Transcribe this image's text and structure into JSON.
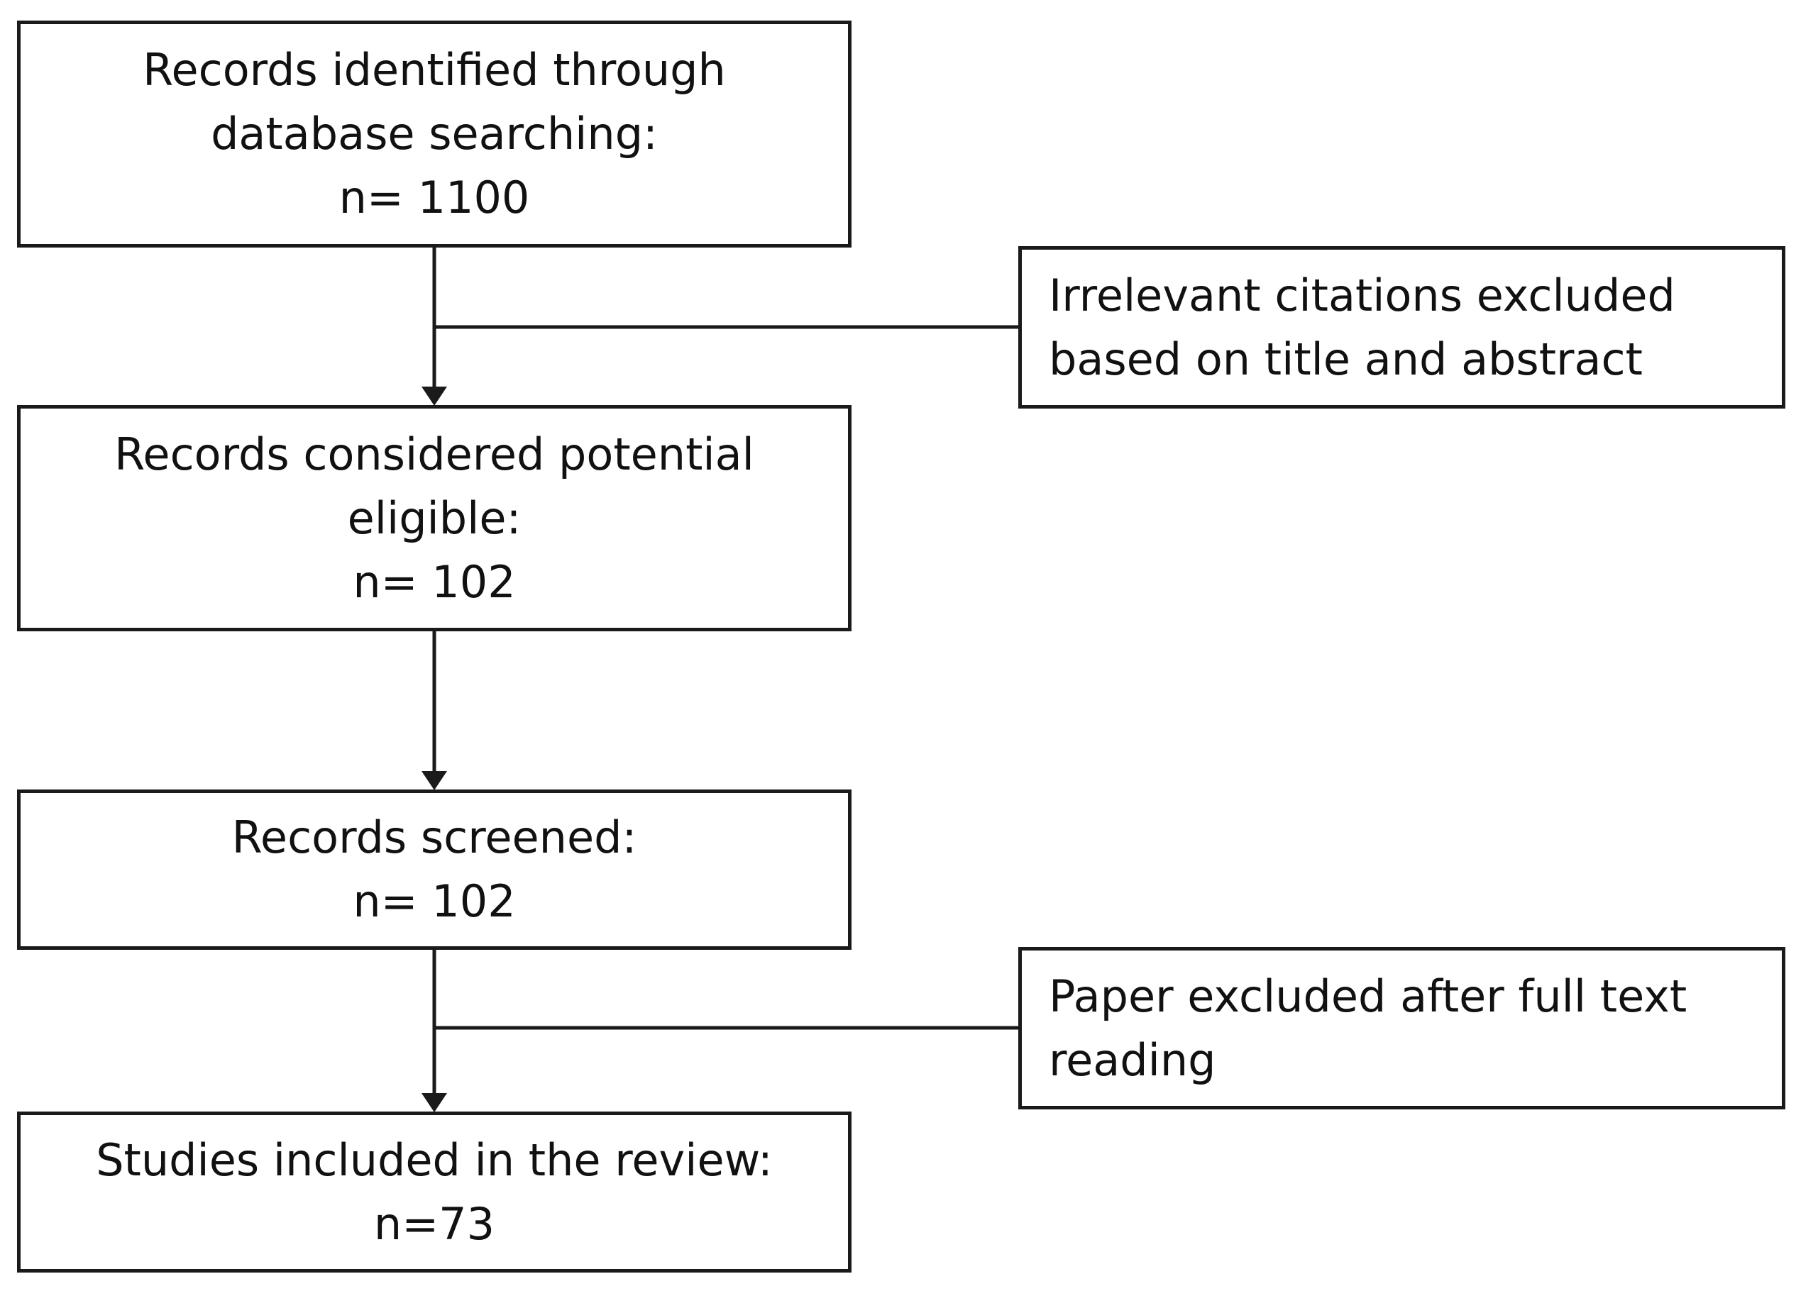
{
  "flow": {
    "identified": {
      "lines": [
        "Records identified through",
        "database searching:",
        "n= 1100"
      ]
    },
    "eligible": {
      "lines": [
        "Records considered potential",
        "eligible:",
        "n= 102"
      ]
    },
    "screened": {
      "lines": [
        "Records screened:",
        "n= 102"
      ]
    },
    "included": {
      "lines": [
        "Studies included in the review:",
        "n=73"
      ]
    }
  },
  "exclusions": {
    "title_abstract": {
      "lines": [
        "Irrelevant citations excluded",
        "based on title and abstract"
      ]
    },
    "full_text": {
      "lines": [
        "Paper excluded after full text",
        "reading"
      ]
    }
  },
  "colors": {
    "stroke": "#1a1a1a",
    "background": "#ffffff"
  }
}
